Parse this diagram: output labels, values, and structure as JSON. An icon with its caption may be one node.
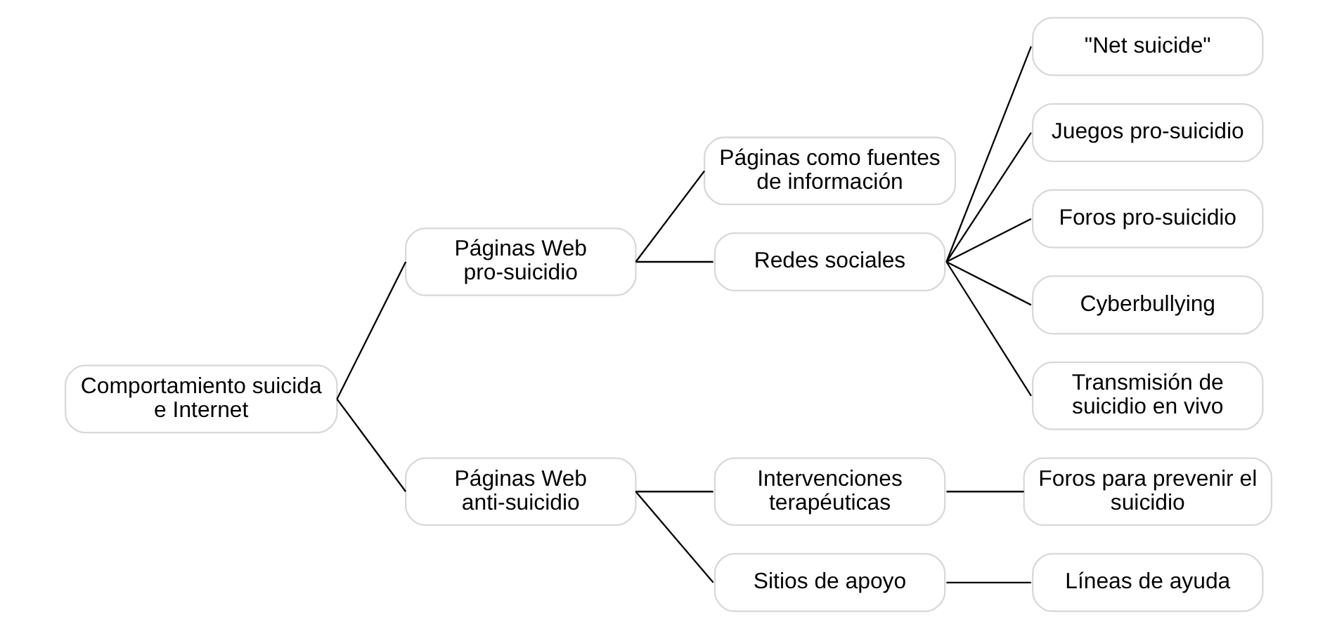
{
  "diagram": {
    "nodes": [
      {
        "text": [
          "Comportamiento suicida e Internet"
        ]
      },
      {
        "text": [
          "Páginas Web pro-suicidio"
        ]
      },
      {
        "text": [
          "Páginas Web anti-suicidio"
        ]
      },
      {
        "text": [
          "Páginas como fuentes de información"
        ]
      },
      {
        "text": [
          "Redes sociales"
        ]
      },
      {
        "text": [
          "\"Net suicide\""
        ]
      },
      {
        "text": [
          "Juegos pro-suicidio"
        ]
      },
      {
        "text": [
          "Foros pro-suicidio"
        ]
      },
      {
        "text": [
          "Cyberbullying"
        ]
      },
      {
        "text": [
          "Transmisión de suicidio en vivo"
        ]
      },
      {
        "text": [
          "Intervenciones terapéuticas"
        ]
      },
      {
        "text": [
          "Sitios de apoyo"
        ]
      },
      {
        "text": [
          "Foros para prevenir el suicidio"
        ]
      },
      {
        "text": [
          "Líneas de ayuda"
        ]
      }
    ],
    "edges": [
      {
        "from": 0,
        "to": 1,
        "arrow": "none"
      },
      {
        "from": 0,
        "to": 2,
        "arrow": "none"
      },
      {
        "from": 1,
        "to": 3,
        "arrow": "none"
      },
      {
        "from": 1,
        "to": 4,
        "arrow": "none"
      },
      {
        "from": 4,
        "to": 5,
        "arrow": "none"
      },
      {
        "from": 4,
        "to": 6,
        "arrow": "none"
      },
      {
        "from": 4,
        "to": 7,
        "arrow": "none"
      },
      {
        "from": 4,
        "to": 8,
        "arrow": "none"
      },
      {
        "from": 4,
        "to": 9,
        "arrow": "none"
      },
      {
        "from": 2,
        "to": 10,
        "arrow": "none"
      },
      {
        "from": 2,
        "to": 11,
        "arrow": "none"
      },
      {
        "from": 10,
        "to": 12,
        "arrow": "none"
      },
      {
        "from": 11,
        "to": 13,
        "arrow": "none"
      }
    ]
  }
}
